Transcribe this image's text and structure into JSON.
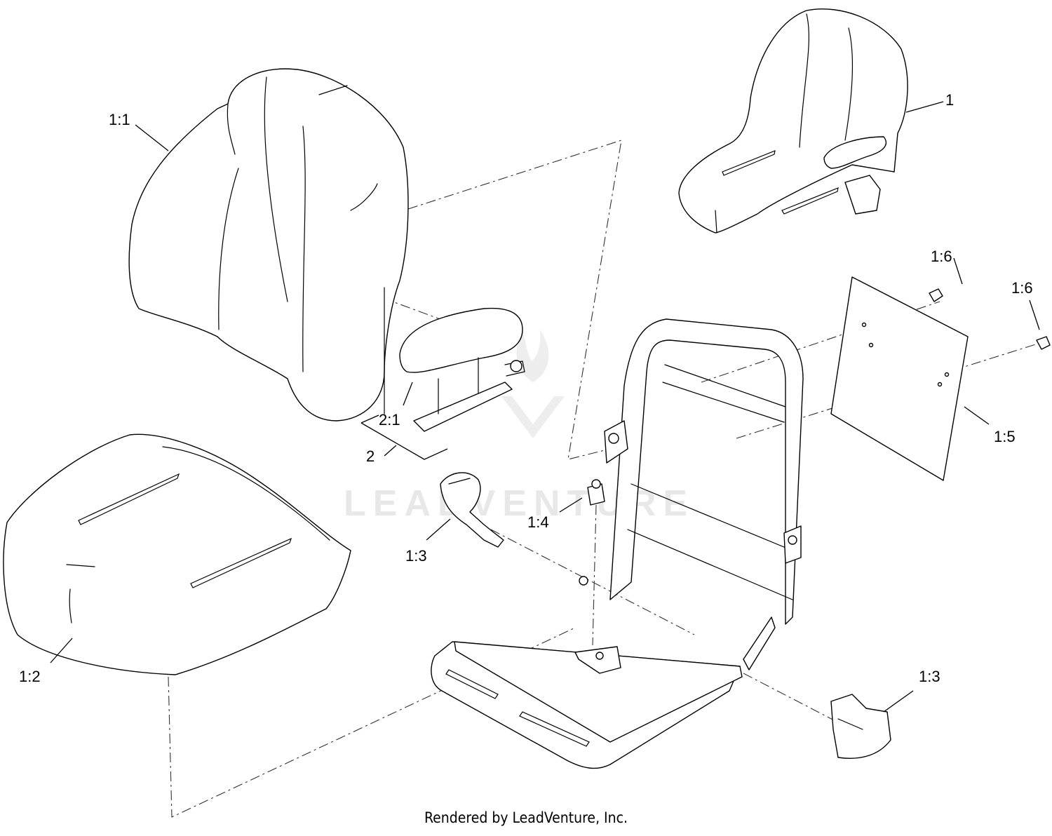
{
  "watermark": {
    "text": "LEADVENTURE"
  },
  "callouts": {
    "c1": "1",
    "c1_1": "1:1",
    "c1_2": "1:2",
    "c1_3a": "1:3",
    "c1_3b": "1:3",
    "c1_4": "1:4",
    "c1_5": "1:5",
    "c1_6a": "1:6",
    "c1_6b": "1:6",
    "c2": "2",
    "c2_1": "2:1"
  },
  "footer": {
    "text": "Rendered by LeadVenture, Inc."
  }
}
